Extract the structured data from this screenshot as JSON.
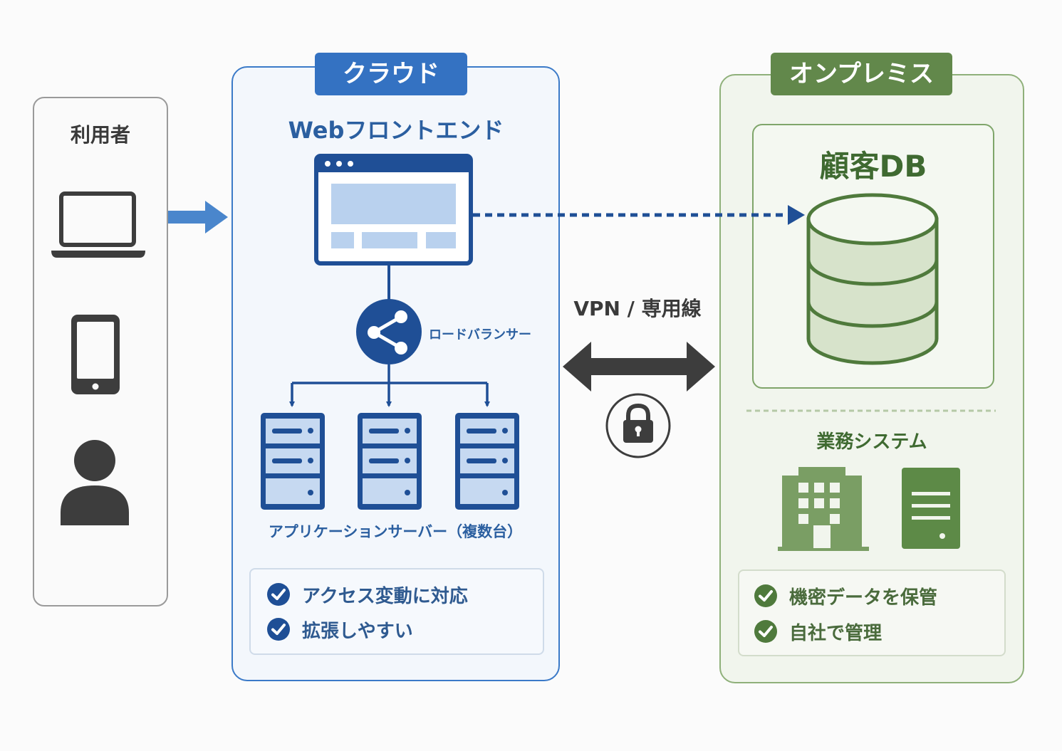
{
  "user": {
    "title": "利用者"
  },
  "cloud": {
    "tab": "クラウド",
    "web_title": "Webフロントエンド",
    "load_balancer": "ロードバランサー",
    "app_servers": "アプリケーションサーバー（複数台）",
    "features": [
      "アクセス変動に対応",
      "拡張しやすい"
    ]
  },
  "connection": {
    "label": "VPN / 専用線"
  },
  "onprem": {
    "tab": "オンプレミス",
    "db_title": "顧客DB",
    "biz_title": "業務システム",
    "features": [
      "機密データを保管",
      "自社で管理"
    ]
  },
  "colors": {
    "cloud_blue": "#3472c2",
    "cloud_dark": "#1f4f96",
    "onprem_green": "#62884b",
    "onprem_dark": "#3f6a31",
    "neutral": "#3d3d3d"
  },
  "icons": [
    "laptop-icon",
    "tablet-icon",
    "person-icon",
    "browser-window-icon",
    "share-icon",
    "server-icon",
    "check-icon",
    "bidirectional-arrow-icon",
    "lock-icon",
    "database-icon",
    "building-icon",
    "server-tower-icon"
  ]
}
